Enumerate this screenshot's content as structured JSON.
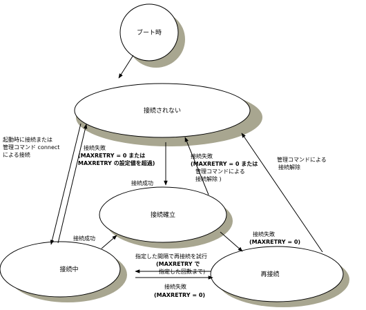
{
  "states": {
    "boot": "ブート時",
    "disconnected": "接続されない",
    "established": "接続確立",
    "connecting": "接続中",
    "reconnecting": "再接続"
  },
  "edges": {
    "boot_to_disconnected": [],
    "disconnected_to_connecting": [
      "起動時に接続または",
      "管理コマンド connect",
      "による接続"
    ],
    "connecting_to_disconnected": [
      "接続失敗",
      "(MAXRETRY = 0 または",
      "MAXRETRY の設定値を超過)"
    ],
    "disconnected_to_established": [
      "接続成功"
    ],
    "established_to_disconnected": [
      "接続失敗",
      "(MAXRETRY = 0 または",
      "管理コマンドによる",
      "接続解除 )"
    ],
    "reconnecting_to_disconnected": [
      "管理コマンドによる",
      "接続解除"
    ],
    "connecting_to_established": [
      "接続成功"
    ],
    "established_to_reconnecting": [
      "接続失敗",
      "(MAXRETRY = 0)"
    ],
    "reconnecting_to_connecting": [
      "指定した間隔で再接続を試行",
      "(MAXRETRY で",
      "指定した回数まで)"
    ],
    "connecting_to_reconnecting": [
      "接続失敗",
      "(MAXRETRY = 0)"
    ]
  },
  "colors": {
    "shadow": "#a8a690",
    "node_fill": "#ffffff",
    "stroke": "#000000"
  }
}
